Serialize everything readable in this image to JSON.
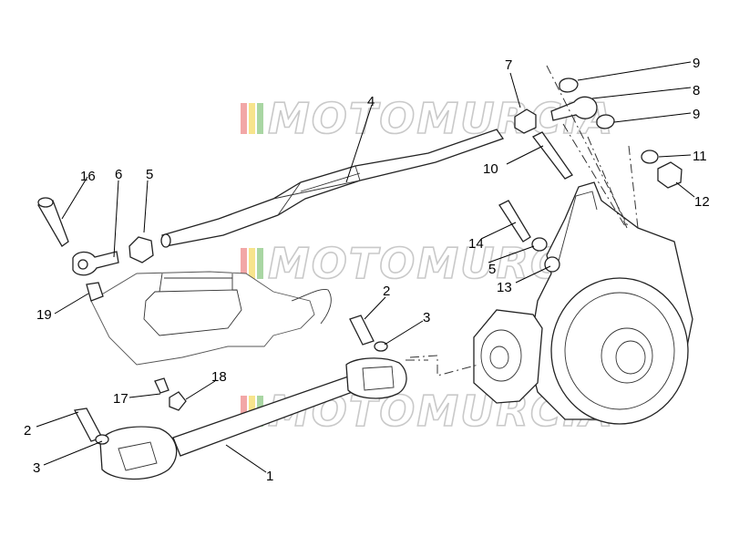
{
  "diagram": {
    "watermark_text": "MOTOMURCIA",
    "watermark_colors": [
      "#f2a7a7",
      "#f7e48c",
      "#a9d6a3"
    ],
    "callouts": [
      {
        "id": "c1",
        "label": "1"
      },
      {
        "id": "c2a",
        "label": "2"
      },
      {
        "id": "c2b",
        "label": "2"
      },
      {
        "id": "c3a",
        "label": "3"
      },
      {
        "id": "c3b",
        "label": "3"
      },
      {
        "id": "c4",
        "label": "4"
      },
      {
        "id": "c5a",
        "label": "5"
      },
      {
        "id": "c5b",
        "label": "5"
      },
      {
        "id": "c6",
        "label": "6"
      },
      {
        "id": "c7",
        "label": "7"
      },
      {
        "id": "c8",
        "label": "8"
      },
      {
        "id": "c9a",
        "label": "9"
      },
      {
        "id": "c9b",
        "label": "9"
      },
      {
        "id": "c10",
        "label": "10"
      },
      {
        "id": "c11",
        "label": "11"
      },
      {
        "id": "c12",
        "label": "12"
      },
      {
        "id": "c13",
        "label": "13"
      },
      {
        "id": "c14",
        "label": "14"
      },
      {
        "id": "c16",
        "label": "16"
      },
      {
        "id": "c17",
        "label": "17"
      },
      {
        "id": "c18",
        "label": "18"
      },
      {
        "id": "c19",
        "label": "19"
      }
    ]
  }
}
